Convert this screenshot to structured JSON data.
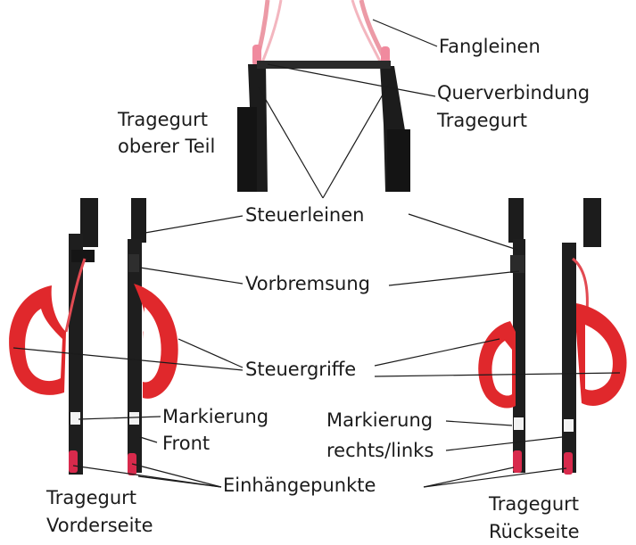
{
  "labels": {
    "fangleinen": "Fangleinen",
    "querverbindung_1": "Querverbindung",
    "querverbindung_2": "Tragegurt",
    "tragegurt_oben_1": "Tragegurt",
    "tragegurt_oben_2": "oberer Teil",
    "steuerleinen": "Steuerleinen",
    "vorbremsung": "Vorbremsung",
    "steuergriffe": "Steuergriffe",
    "markierung_front_1": "Markierung",
    "markierung_front_2": "Front",
    "markierung_rl_1": "Markierung",
    "markierung_rl_2": "rechts/links",
    "einhaengepunkte": "Einhängepunkte",
    "vorderseite_1": "Tragegurt",
    "vorderseite_2": "Vorderseite",
    "rueckseite_1": "Tragegurt",
    "rueckseite_2": "Rückseite"
  },
  "colors": {
    "webbing": "#1c1c1c",
    "handle": "#e0282c",
    "handle_dark": "#b81c22",
    "line_pink": "#ec9aa6",
    "maillon_red": "#d82a4c",
    "marker_white": "#f2f2f2",
    "leader": "#1b1b1b"
  }
}
